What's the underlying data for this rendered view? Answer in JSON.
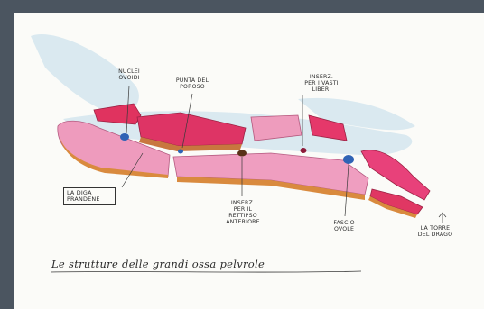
{
  "labels": {
    "top_left": "NUCLEI\nOVOIDI",
    "top_mid": "PUNTA DEL\nPOROSO",
    "top_right": "INSERZ.\nPER I VASTI\nLIBERI",
    "bottom_left": "LA DIGA\nPRANDENE",
    "bottom_mid": "INSERZ.\nPER IL\nRETTIPSO\nANTERIORE",
    "bottom_right": "FASCIO\nOVOLE",
    "far_right": "LA TORRE\nDEL DRAGO"
  },
  "caption": "Le strutture delle grandi ossa pelvrole",
  "colors": {
    "muscle": "#e23a6a",
    "muscle_light": "#ee9bbd",
    "tendon": "#c9733a",
    "wash": "#cfe4ee",
    "blue_dot": "#2f63b5"
  }
}
